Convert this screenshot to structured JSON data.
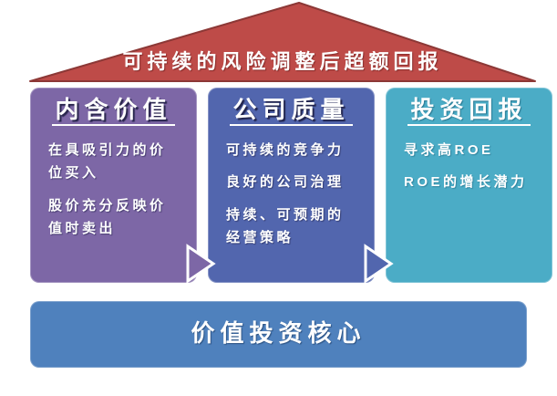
{
  "diagram": {
    "roof": {
      "label": "可持续的风险调整后超额回报"
    },
    "pillars": [
      {
        "title": "内含价值",
        "items": [
          "在具吸引力的价位买入",
          "股价充分反映价值时卖出"
        ]
      },
      {
        "title": "公司质量",
        "items": [
          "可持续的竞争力",
          "良好的公司治理",
          "持续、可预期的经营策略"
        ]
      },
      {
        "title": "投资回报",
        "items": [
          "寻求高ROE",
          "ROE的增长潜力"
        ]
      }
    ],
    "base": {
      "label": "价值投资核心"
    },
    "colors": {
      "roof_fill": "#BE4B48",
      "roof_border": "#8C3836",
      "pillar1": "#7D67A6",
      "pillar2": "#5266AE",
      "pillar3": "#4BACC6",
      "base_bar": "#4F81BD",
      "text": "#FFFFFF"
    }
  }
}
